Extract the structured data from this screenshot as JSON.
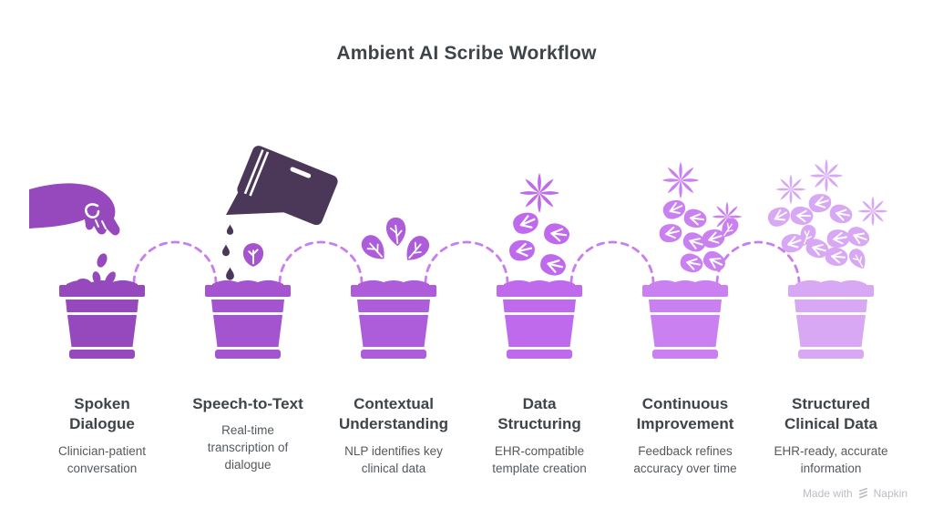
{
  "title": "Ambient AI Scribe Workflow",
  "colors": {
    "background": "#FFFFFF",
    "title_text": "#3F4449",
    "heading_text": "#3F4449",
    "body_text": "#54595E",
    "connector": "#C97DEE",
    "watering_can": "#4B3758",
    "footer_text": "#B9BEC4"
  },
  "stages": [
    {
      "heading": "Spoken\nDialogue",
      "description": "Clinician-patient\nconversation",
      "illustration": "hand-planting-seeds",
      "color": "#9549BC"
    },
    {
      "heading": "Speech-to-Text",
      "description": "Real-time\ntranscription of\ndialogue",
      "illustration": "watering-can-pouring",
      "color": "#A354CE"
    },
    {
      "heading": "Contextual\nUnderstanding",
      "description": "NLP identifies key\nclinical data",
      "illustration": "sprouting-leaves",
      "color": "#AD5CDA"
    },
    {
      "heading": "Data\nStructuring",
      "description": "EHR-compatible\ntemplate creation",
      "illustration": "budding-plant",
      "color": "#BF6AEC"
    },
    {
      "heading": "Continuous\nImprovement",
      "description": "Feedback refines\naccuracy over time",
      "illustration": "blooming-flowers",
      "color": "#CA80F1"
    },
    {
      "heading": "Structured\nClinical Data",
      "description": "EHR-ready, accurate\ninformation",
      "illustration": "full-bloom",
      "color": "#D9A8F5"
    }
  ],
  "footer": {
    "made_with": "Made with",
    "brand": "Napkin"
  }
}
